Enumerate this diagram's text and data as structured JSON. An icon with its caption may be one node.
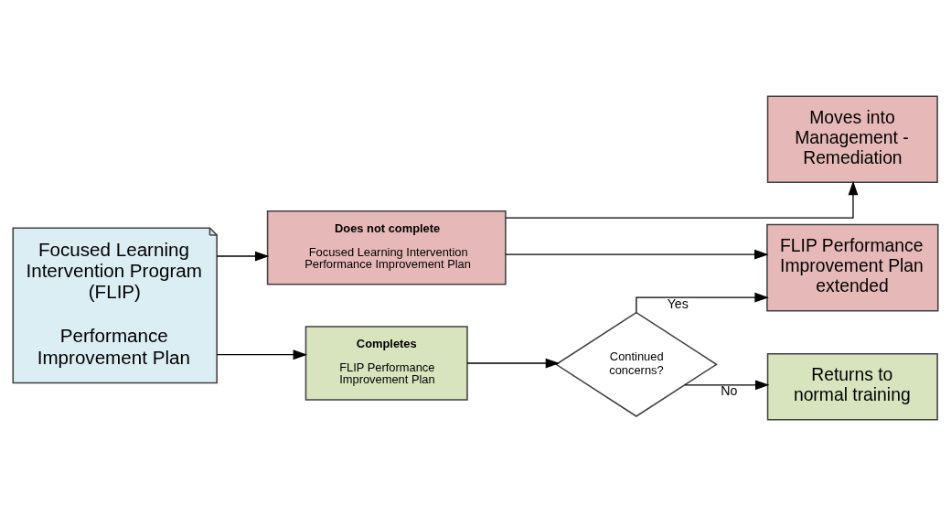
{
  "diagram": {
    "nodes": [
      {
        "text": [
          "Focused Learning Intervention Program (FLIP)",
          "Performance Improvement Plan"
        ]
      },
      {
        "text": [
          "Does not complete",
          "Focused Learning Intervention Performance Improvement Plan"
        ]
      },
      {
        "text": [
          "Completes",
          "FLIP Performance Improvement Plan"
        ]
      },
      {
        "text": [
          "Continued concerns?"
        ]
      },
      {
        "text": [
          "Moves into Management - Remediation"
        ]
      },
      {
        "text": [
          "FLIP Performance Improvement Plan extended"
        ]
      },
      {
        "text": [
          "Returns to normal training"
        ]
      }
    ],
    "edges": [
      {
        "from": 0,
        "to": 1,
        "arrow": "to"
      },
      {
        "from": 0,
        "to": 2,
        "arrow": "to"
      },
      {
        "from": 1,
        "to": 4,
        "arrow": "to"
      },
      {
        "from": 1,
        "to": 5,
        "arrow": "to"
      },
      {
        "from": 2,
        "to": 3,
        "arrow": "to"
      },
      {
        "from": 3,
        "to": 5,
        "label": "Yes",
        "arrow": "to"
      },
      {
        "from": 3,
        "to": 6,
        "label": "No",
        "arrow": "to"
      }
    ]
  }
}
